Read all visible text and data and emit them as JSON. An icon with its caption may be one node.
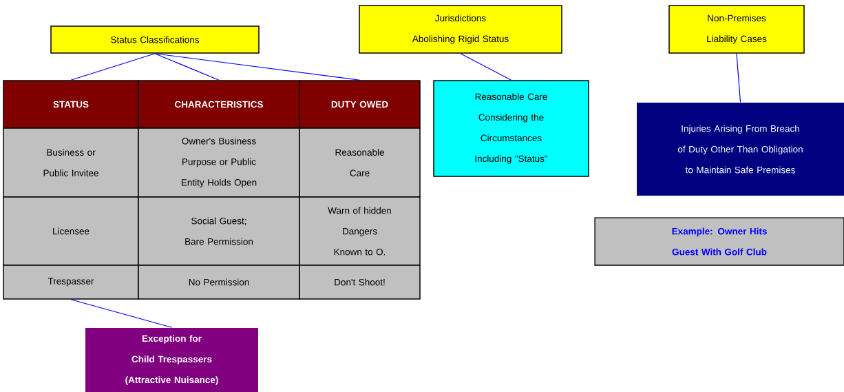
{
  "diagram": {
    "nodes": [
      {
        "text": [
          "Status Classifications"
        ]
      },
      {
        "text": [
          "Jurisdictions Abolishing Rigid Status"
        ]
      },
      {
        "text": [
          "Non-Premises Liability Cases"
        ]
      },
      {
        "text": [
          "STATUS"
        ]
      },
      {
        "text": [
          "CHARACTERISTICS"
        ]
      },
      {
        "text": [
          "DUTY OWED"
        ]
      },
      {
        "text": [
          "Business or Public Invitee"
        ]
      },
      {
        "text": [
          "Owner's Business Purpose or Public Entity Holds Open"
        ]
      },
      {
        "text": [
          "Reasonable Care"
        ]
      },
      {
        "text": [
          "Licensee"
        ]
      },
      {
        "text": [
          "Social Guest; Bare Permission"
        ]
      },
      {
        "text": [
          "Warn of hidden Dangers Known to O."
        ]
      },
      {
        "text": [
          "Trespasser"
        ]
      },
      {
        "text": [
          "No Permission"
        ]
      },
      {
        "text": [
          "Don't Shoot!"
        ]
      },
      {
        "text": [
          "Reasonable Care Considering the Circumstances Including \"Status\""
        ]
      },
      {
        "text": [
          "Injuries Arising From Breach of Duty Other Than Obligation to Maintain Safe Premises"
        ]
      },
      {
        "text": [
          "Example:  Owner Hits Guest With Golf Club"
        ]
      },
      {
        "text": [
          "Exception for Child Trespassers (Attractive Nuisance)"
        ]
      }
    ],
    "edges": [
      {
        "from": 0,
        "to": 3,
        "arrow": "none"
      },
      {
        "from": 0,
        "to": 4,
        "arrow": "none"
      },
      {
        "from": 0,
        "to": 5,
        "arrow": "none"
      },
      {
        "from": 1,
        "to": 15,
        "arrow": "none"
      },
      {
        "from": 2,
        "to": 16,
        "arrow": "none"
      },
      {
        "from": 12,
        "to": 18,
        "arrow": "none"
      }
    ]
  }
}
